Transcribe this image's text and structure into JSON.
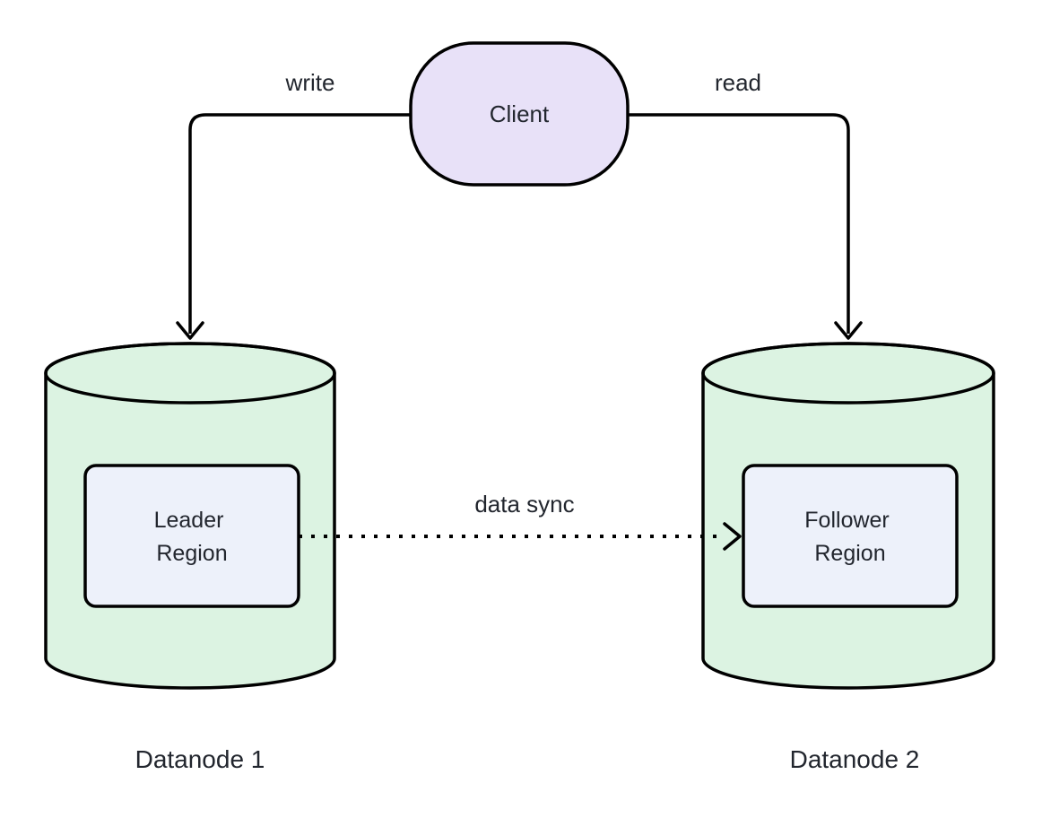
{
  "nodes": {
    "client": {
      "label": "Client"
    },
    "datanode1": {
      "caption": "Datanode 1",
      "region_lines": [
        "Leader",
        "Region"
      ]
    },
    "datanode2": {
      "caption": "Datanode 2",
      "region_lines": [
        "Follower",
        "Region"
      ]
    }
  },
  "edges": {
    "write_label": "write",
    "read_label": "read",
    "data_sync_label": "data sync"
  },
  "colors": {
    "background": "#ffffff",
    "stroke": "#000000",
    "text": "#22262e",
    "client_fill": "#e8e1f8",
    "cylinder_fill": "#dcf3e2",
    "region_fill": "#edf1fa"
  }
}
